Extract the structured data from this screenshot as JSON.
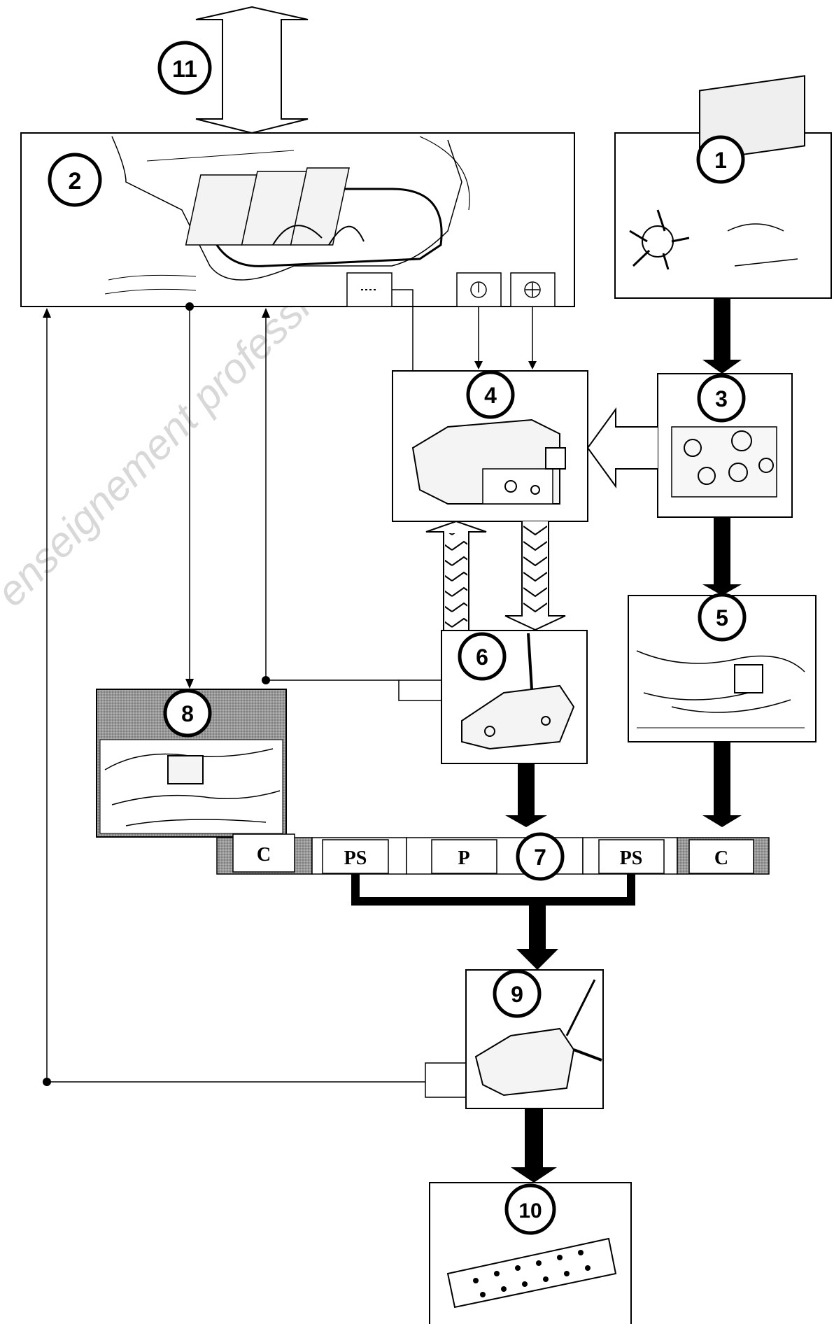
{
  "diagram": {
    "watermark": "enseignement professionnel",
    "components": [
      {
        "id": "1",
        "label": "1"
      },
      {
        "id": "2",
        "label": "2"
      },
      {
        "id": "3",
        "label": "3"
      },
      {
        "id": "4",
        "label": "4"
      },
      {
        "id": "5",
        "label": "5"
      },
      {
        "id": "6",
        "label": "6"
      },
      {
        "id": "7",
        "label": "7"
      },
      {
        "id": "8",
        "label": "8"
      },
      {
        "id": "9",
        "label": "9"
      },
      {
        "id": "10",
        "label": "10"
      },
      {
        "id": "11",
        "label": "11"
      }
    ],
    "bar_labels": {
      "c_left": "C",
      "ps_left": "PS",
      "p": "P",
      "ps_right": "PS",
      "c_right": "C"
    },
    "icons": {
      "box2_minus": "minus-icon",
      "box2_pump_a": "pump-symbol-icon",
      "box2_pump_b": "pump-symbol-icon"
    },
    "colors": {
      "line": "#000000",
      "hatch": "#888888",
      "background": "#ffffff"
    }
  }
}
